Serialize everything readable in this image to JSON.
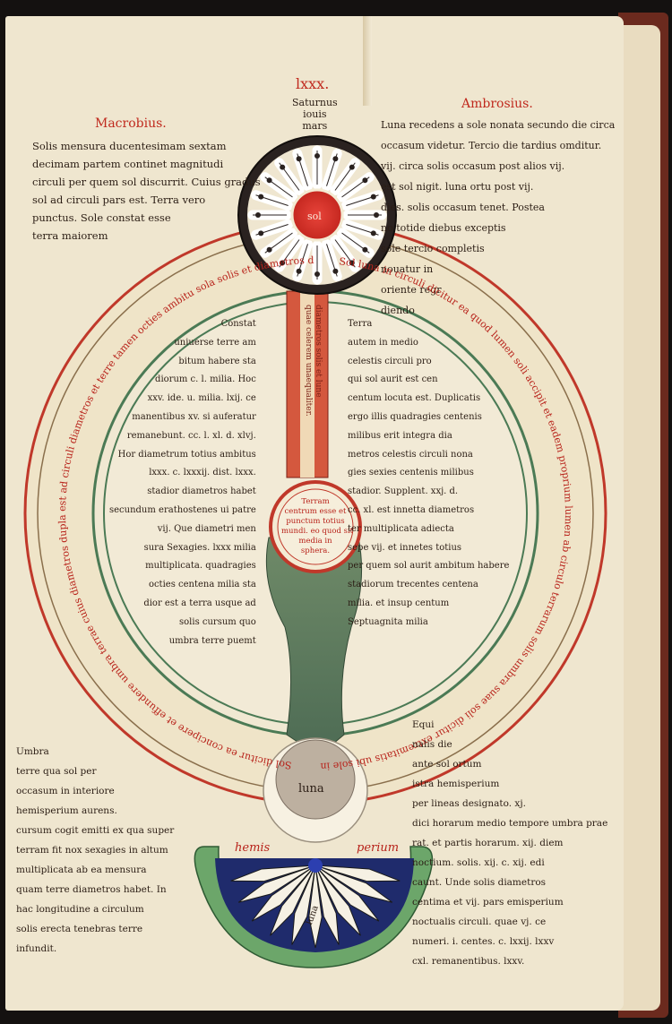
{
  "header": {
    "numeral": "lxxx.",
    "planets": "Saturnus\niouis\nmars",
    "left_rubric": "Macrobius.",
    "right_rubric": "Ambrosius."
  },
  "left_text": "Solis mensura ducentesimam sextam\ndecimam partem continet magnitudi\ncirculi per quem sol discurrit. Cuius gradus\nsol ad circuli pars est. Terra vero\npunctus. Sole constat esse\nterra maiorem",
  "right_text": "Luna recedens a sole nonata secundo die circa\noccasum videtur. Tercio die tardius omditur.\nvij. circa solis occasum post alios vij.\nest sol nigit. luna ortu post vij.\ndies. solis occasum tenet. Postea\nno totide diebus exceptis\nsole tercio completis\nnouatur in\noriente regr\ndiendo",
  "sun_label": "sol",
  "diag_stem": "diametros solis et lune\nquae celerem unaequaliter.",
  "center_text": "Terram\ncentrum esse et\npunctum totius\nmundi. eo quod sit\nmedia in\nsphera.",
  "inner_left": "Constat\nuniuerse terre am\nbitum habere sta\ndiorum c. l. milia. Hoc\nxxv. ide. u. milia. lxij. ce\nmanentibus xv. si auferatur\nremanebunt. cc. l. xl. d. xlvj.\nHor diametrum totius ambitus\nlxxx. c. lxxxij. dist. lxxx.\nstadior diametros habet\nsecundum erathostenes ui patre\nvij. Que diametri men\nsura Sexagies. lxxx milia\nmultiplicata. quadragies\nocties centena milia sta\ndior est a terra usque ad\nsolis cursum quo\numbra terre puemt",
  "inner_right": "Terra\nautem in medio\ncelestis circuli pro\nqui sol aurit est cen\ncentum locuta est. Duplicatis\nergo illis quadragies centenis\nmilibus erit integra dia\nmetros celestis circuli nona\ngies sexies centenis milibus\nstadior. Supplent. xxj. d.\ncc. xl. est innetta diametros\nter multiplicata adiecta\nsepe vij. et innetes totius\nper quem sol aurit ambitum habere\nstadiorum trecentes centena\nmilia. et insup centum\nSeptuagnita milia",
  "outer_left": "Sol dicitur ea concipere et effundere umbra terrae cuius diametros dupla est ad circuli diametros et terre tamen octies ambitu sola solis et diametros dupla et maior",
  "outer_right": "Sol luna in circuli dicitur ea quod lumen soli accipit et eadem proprium lumen ab circulo terrarum solis umbra suae soli dicitur extremitatis ubi sole in medio luna occultatur",
  "luna_label": "luna",
  "bottom_left_text": "Umbra\nterre qua sol per\noccasum in interiore\nhemisperium aurens.\ncursum cogit emitti ex qua super\nterram fit nox sexagies in altum\nmultiplicata ab ea mensura\nquam terre diametros habet. In\nhac longitudine a circulum\nsolis erecta tenebras terre\ninfundit.",
  "bottom_right_text": "Equi\nnalis die\nante sol ortum\nistra hemisperium\nper lineas designato. xj.\ndici horarum medio tempore umbra prae\nrat. et partis horarum. xij. diem\nnoctium. solis. xij. c. xij. edi\ncaunt. Unde solis diametros\ncentima et vij. pars emisperium\nnoctualis circuli. quae vj. ce\nnumeri. i. centes. c. lxxij. lxxv\ncxl. remanentibus. lxxv.",
  "hemis_label": "hemis",
  "prium_label": "perium",
  "lower_fan_label": "luna"
}
